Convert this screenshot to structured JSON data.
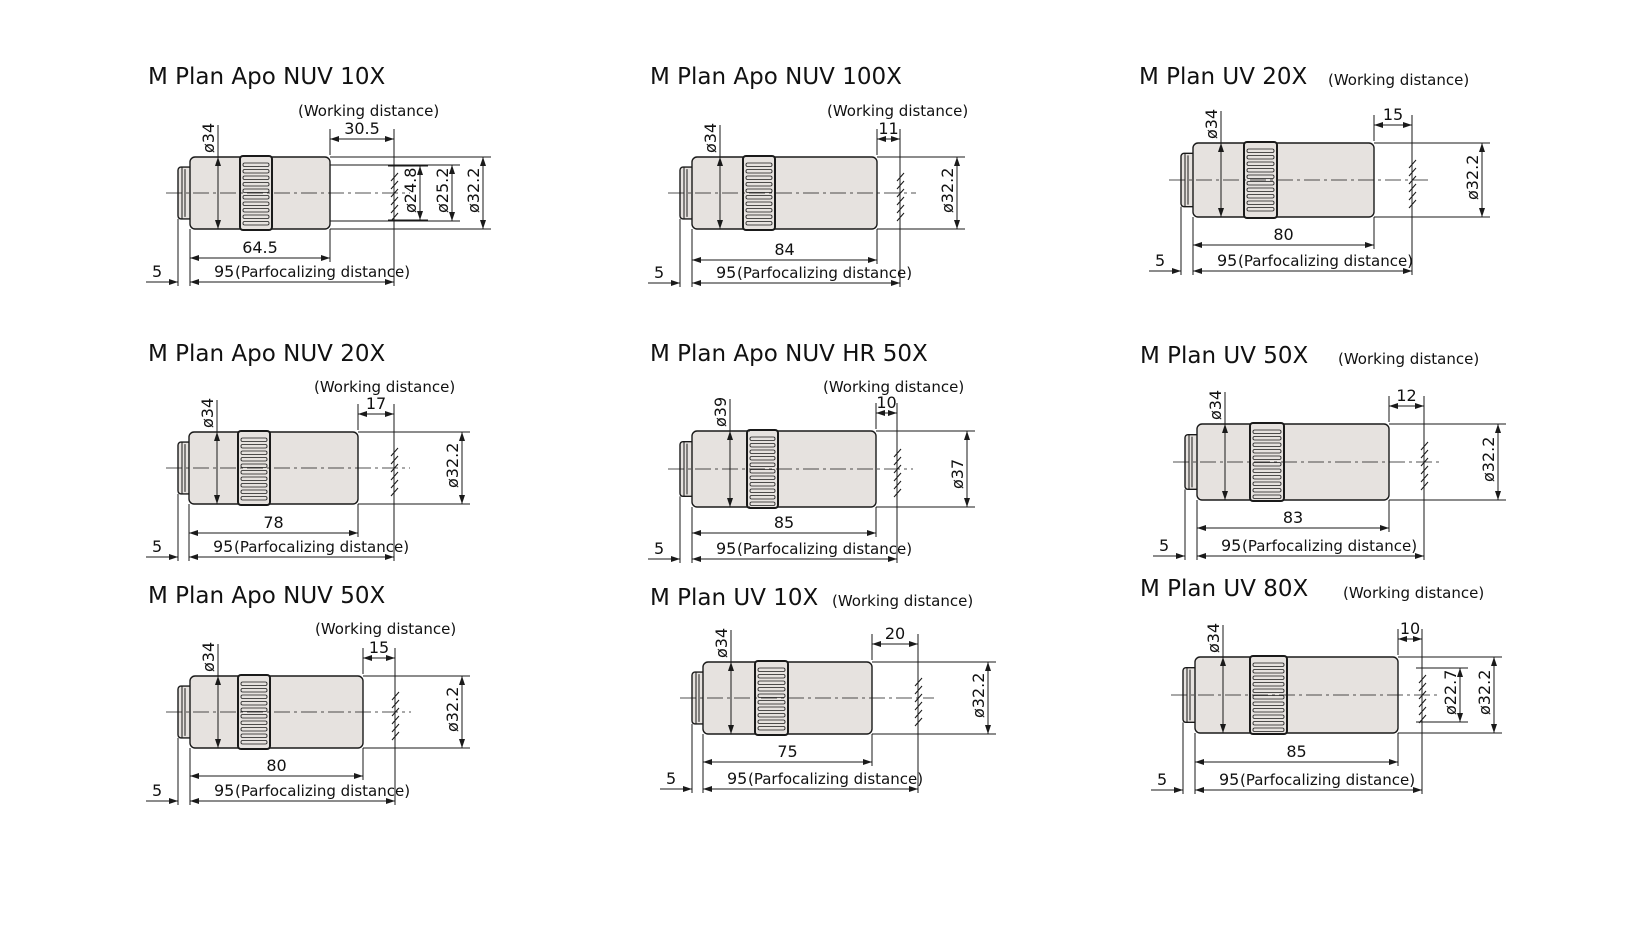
{
  "objectives": [
    {
      "title": "M Plan Apo NUV 10X",
      "wd_label": "(Working distance)",
      "wd": "30.5",
      "outer_dia": "ø34",
      "dias": [
        "ø24.8",
        "ø25.2",
        "ø32.2"
      ],
      "length": "64.5",
      "parfocal": "95",
      "parfocal_label": "(Parfocalizing distance)",
      "thread": "5"
    },
    {
      "title": "M Plan Apo NUV 100X",
      "wd_label": "(Working distance)",
      "wd": "11",
      "outer_dia": "ø34",
      "dias": [
        "ø32.2"
      ],
      "length": "84",
      "parfocal": "95",
      "parfocal_label": "(Parfocalizing distance)",
      "thread": "5"
    },
    {
      "title": "M Plan UV 20X",
      "wd_label": "(Working distance)",
      "wd": "15",
      "outer_dia": "ø34",
      "dias": [
        "ø32.2"
      ],
      "length": "80",
      "parfocal": "95",
      "parfocal_label": "(Parfocalizing distance)",
      "thread": "5"
    },
    {
      "title": "M Plan Apo NUV 20X",
      "wd_label": "(Working distance)",
      "wd": "17",
      "outer_dia": "ø34",
      "dias": [
        "ø32.2"
      ],
      "length": "78",
      "parfocal": "95",
      "parfocal_label": "(Parfocalizing distance)",
      "thread": "5"
    },
    {
      "title": "M Plan Apo NUV HR 50X",
      "wd_label": "(Working distance)",
      "wd": "10",
      "outer_dia": "ø39",
      "dias": [
        "ø37"
      ],
      "length": "85",
      "parfocal": "95",
      "parfocal_label": "(Parfocalizing distance)",
      "thread": "5"
    },
    {
      "title": "M Plan UV 50X",
      "wd_label": "(Working distance)",
      "wd": "12",
      "outer_dia": "ø34",
      "dias": [
        "ø32.2"
      ],
      "length": "83",
      "parfocal": "95",
      "parfocal_label": "(Parfocalizing distance)",
      "thread": "5"
    },
    {
      "title": "M Plan Apo NUV 50X",
      "wd_label": "(Working distance)",
      "wd": "15",
      "outer_dia": "ø34",
      "dias": [
        "ø32.2"
      ],
      "length": "80",
      "parfocal": "95",
      "parfocal_label": "(Parfocalizing distance)",
      "thread": "5"
    },
    {
      "title": "M Plan UV 10X",
      "wd_label": "(Working distance)",
      "wd": "20",
      "outer_dia": "ø34",
      "dias": [
        "ø32.2"
      ],
      "length": "75",
      "parfocal": "95",
      "parfocal_label": "(Parfocalizing distance)",
      "thread": "5"
    },
    {
      "title": "M Plan UV 80X",
      "wd_label": "(Working distance)",
      "wd": "10",
      "outer_dia": "ø34",
      "dias": [
        "ø22.7",
        "ø32.2"
      ],
      "length": "85",
      "parfocal": "95",
      "parfocal_label": "(Parfocalizing distance)",
      "thread": "5"
    }
  ],
  "colors": {
    "body": "#e6e2df",
    "line": "#1a1a1a"
  }
}
